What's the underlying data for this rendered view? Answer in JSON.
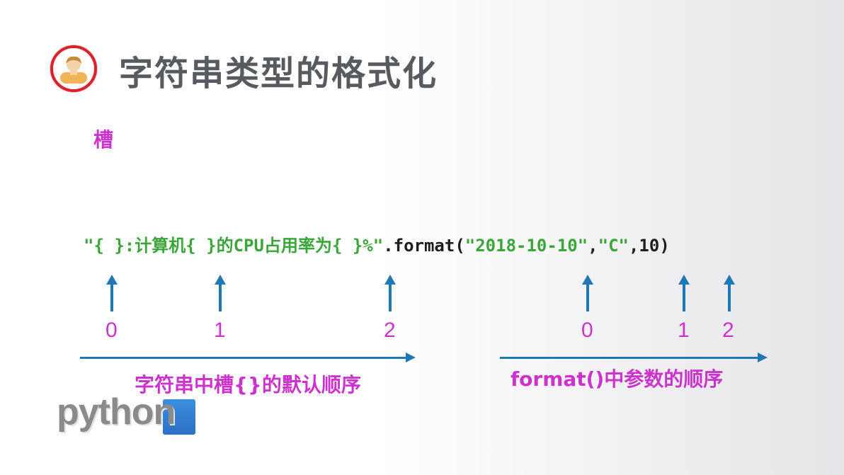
{
  "slide": {
    "title": "字符串类型的格式化",
    "slot_label": "槽",
    "code": {
      "green_part": "\"{ }:计算机{ }的CPU占用率为{ }%\"",
      "dark_part1": ".format(",
      "arg0": "\"2018-10-10\"",
      "comma1": ",",
      "arg1": "\"C\"",
      "dark_part2": ",10)"
    },
    "left_indices": [
      "0",
      "1",
      "2"
    ],
    "right_indices": [
      "0",
      "1",
      "2"
    ],
    "left_caption": "字符串中槽{}的默认顺序",
    "right_caption": "format()中参数的顺序",
    "logo_text": "python"
  },
  "colors": {
    "title": "#575a5e",
    "accent_magenta": "#cc33cc",
    "code_green": "#3aa63a",
    "arrow_blue": "#1f78b4",
    "avatar_ring": "#d9222a"
  },
  "icons": {
    "avatar": "person-avatar-icon",
    "logo": "python-logo"
  }
}
